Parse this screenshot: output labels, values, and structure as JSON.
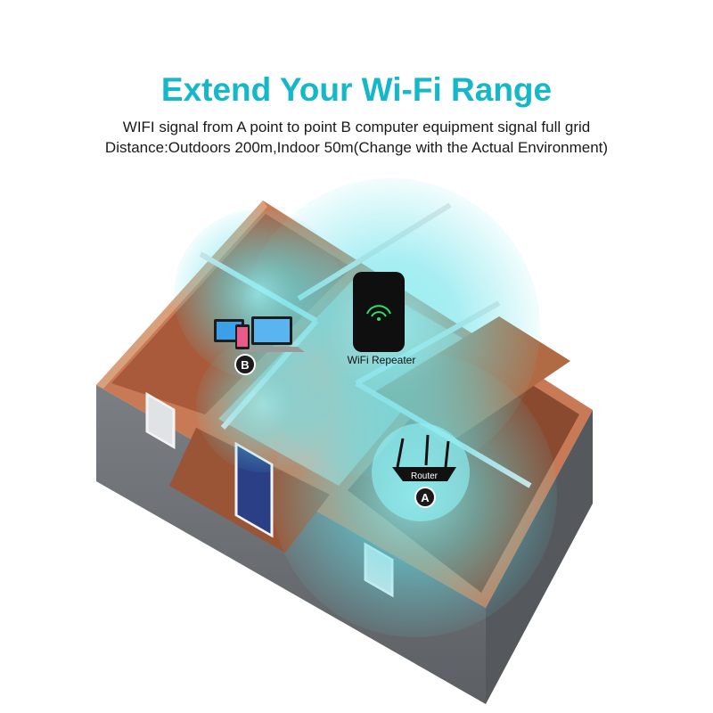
{
  "header": {
    "title": "Extend Your Wi-Fi Range",
    "line1": "WIFI signal from A point to point B computer equipment signal full grid",
    "line2": "Distance:Outdoors 200m,Indoor 50m(Change with the Actual Environment)"
  },
  "diagram": {
    "repeater_label": "WiFi Repeater",
    "router_label": "Router",
    "point_a": "A",
    "point_b": "B"
  },
  "colors": {
    "accent": "#14b8c8",
    "signal": "#5fe0e8",
    "wall": "#6b6f73",
    "floor": "#a85a3a"
  }
}
